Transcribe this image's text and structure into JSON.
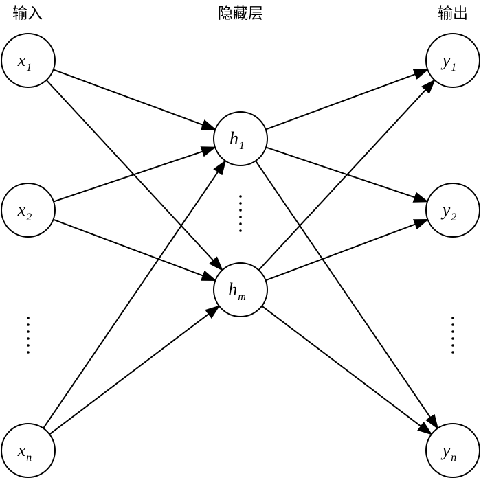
{
  "titles": {
    "input": "输入",
    "hidden": "隐藏层",
    "output": "输出"
  },
  "nodes": {
    "inputs": [
      {
        "symbol": "x",
        "sub": "1"
      },
      {
        "symbol": "x",
        "sub": "2"
      },
      {
        "symbol": "x",
        "sub": "n"
      }
    ],
    "hidden": [
      {
        "symbol": "h",
        "sub": "1"
      },
      {
        "symbol": "h",
        "sub": "m"
      }
    ],
    "outputs": [
      {
        "symbol": "y",
        "sub": "1"
      },
      {
        "symbol": "y",
        "sub": "2"
      },
      {
        "symbol": "y",
        "sub": "n"
      }
    ]
  },
  "colors": {
    "stroke": "#000000",
    "background": "#ffffff"
  }
}
